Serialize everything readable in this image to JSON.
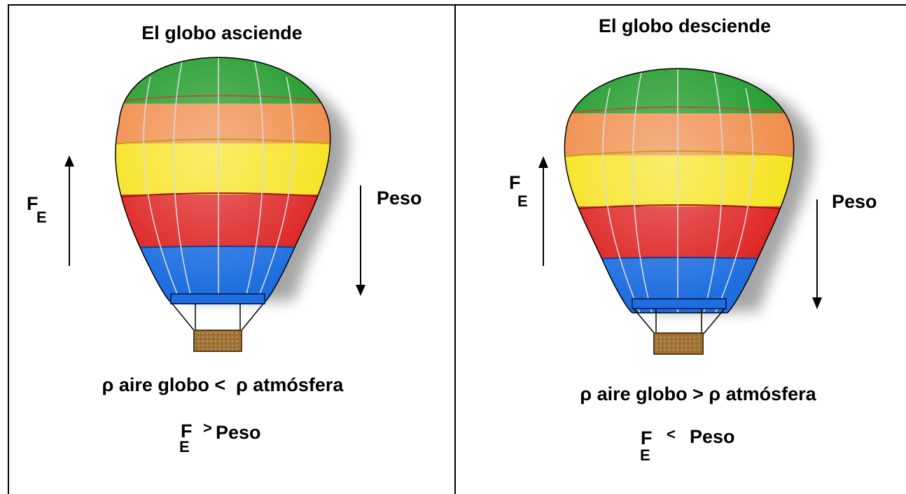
{
  "panels": [
    {
      "title": "El globo asciende",
      "force_symbol": "F",
      "force_subscript": "E",
      "weight_label": "Peso",
      "density_text": "ρ aire globo <  ρ atmósfera",
      "relation_symbol": ">",
      "relation_weight": "Peso",
      "band_colors": [
        "#1f9a2a",
        "#f08a46",
        "#f6e21a",
        "#dd1f1f",
        "#1e6ee0"
      ]
    },
    {
      "title": "El globo desciende",
      "force_symbol": "F",
      "force_subscript": "E",
      "weight_label": "Peso",
      "density_text": "ρ aire globo > ρ atmósfera",
      "relation_symbol": "<",
      "relation_weight": "Peso",
      "band_colors": [
        "#1f9a2a",
        "#f08a46",
        "#f6e21a",
        "#dd1f1f",
        "#1e6ee0"
      ]
    }
  ]
}
